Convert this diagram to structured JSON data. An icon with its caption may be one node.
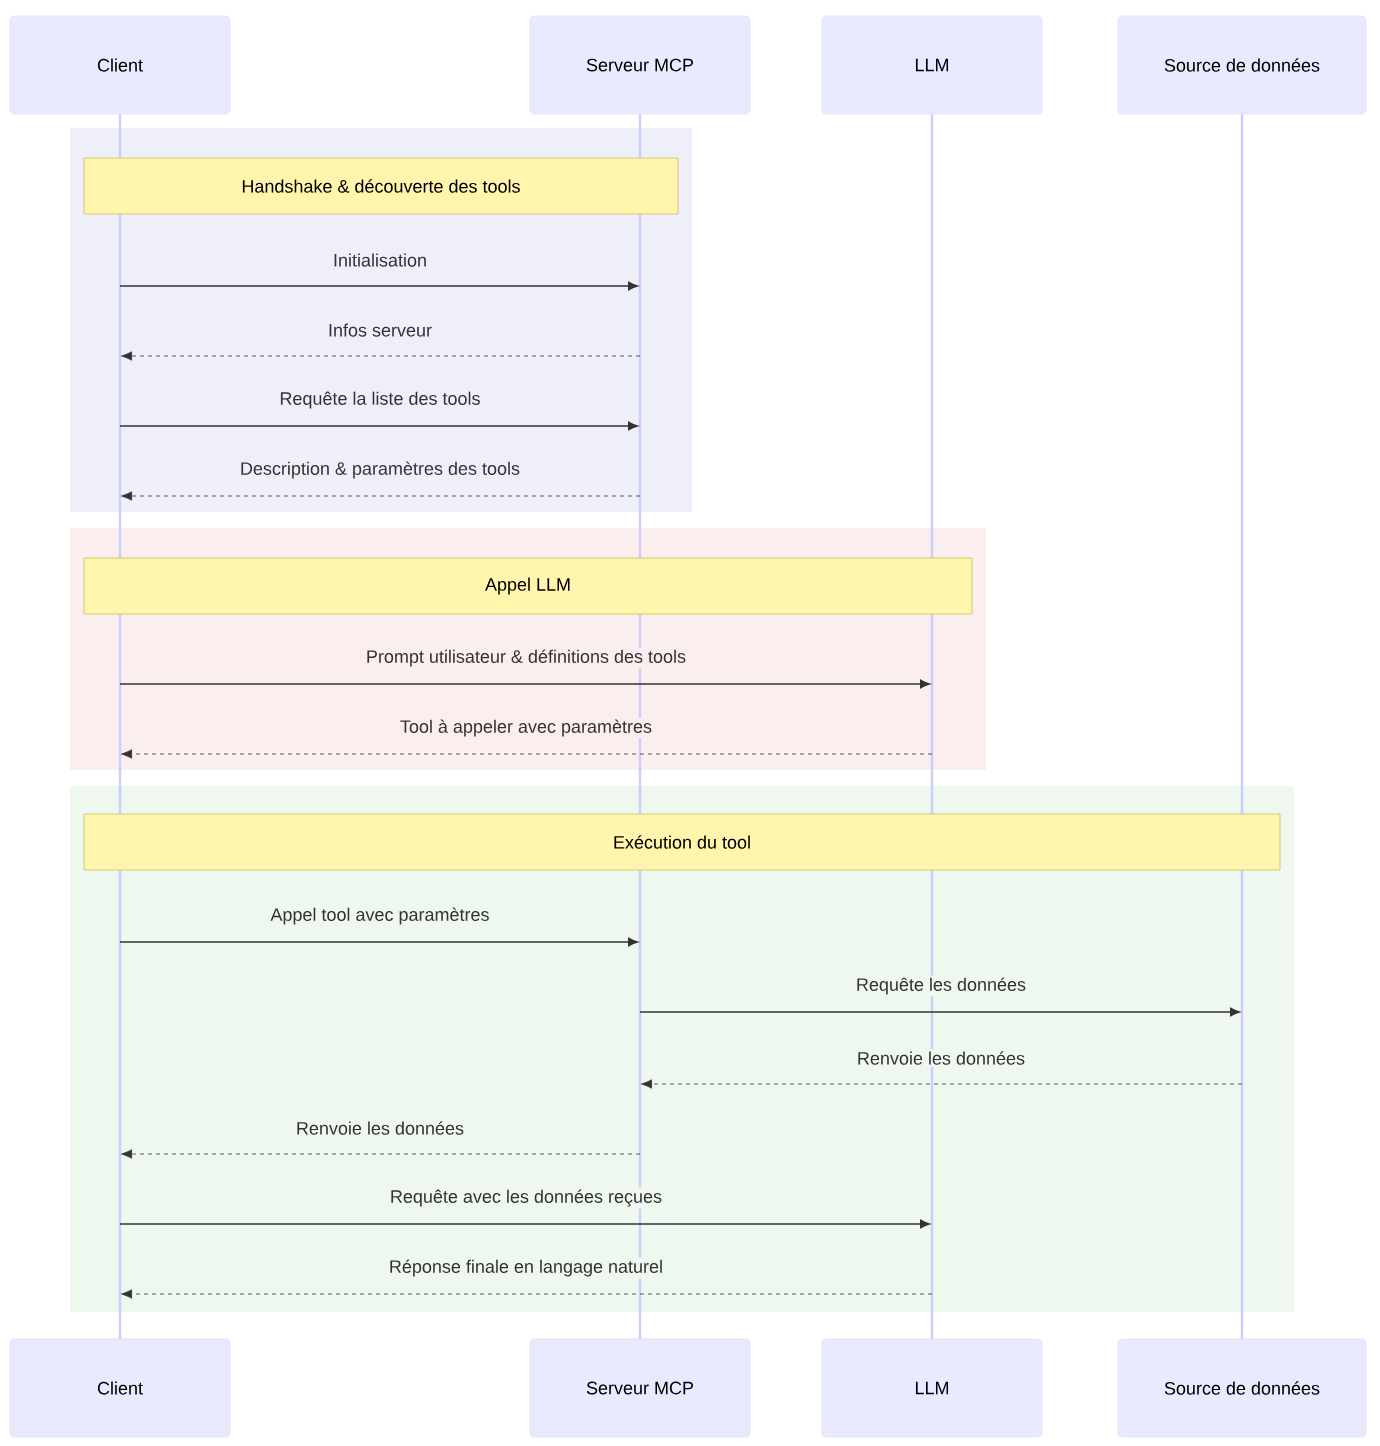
{
  "diagram": {
    "nodes": [
      {
        "text": [
          "Client"
        ]
      },
      {
        "text": [
          "Serveur MCP"
        ]
      },
      {
        "text": [
          "LLM"
        ]
      },
      {
        "text": [
          "Source de données"
        ]
      },
      {
        "text": [],
        "shape": "bar"
      },
      {
        "text": [],
        "shape": "bar"
      },
      {
        "text": [],
        "shape": "bar"
      },
      {
        "text": [],
        "shape": "bar"
      },
      {
        "text": [],
        "shape": "box"
      },
      {
        "text": [
          "Handshake & découverte des tools"
        ],
        "in": 8
      },
      {
        "text": [],
        "shape": "box"
      },
      {
        "text": [
          "Appel LLM"
        ],
        "in": 10
      },
      {
        "text": [],
        "shape": "box"
      },
      {
        "text": [
          "Exécution du tool"
        ],
        "in": 12
      },
      {
        "text": [
          "Client"
        ]
      },
      {
        "text": [
          "Serveur MCP"
        ]
      },
      {
        "text": [
          "LLM"
        ]
      },
      {
        "text": [
          "Source de données"
        ]
      }
    ],
    "edges": [
      {
        "from": 4,
        "to": 5,
        "arrow": "to",
        "label": "Initialisation"
      },
      {
        "from": 5,
        "to": 4,
        "arrow": "to",
        "label": "Infos serveur",
        "style": "dashed"
      },
      {
        "from": 4,
        "to": 5,
        "arrow": "to",
        "label": "Requête la liste des tools"
      },
      {
        "from": 5,
        "to": 4,
        "arrow": "to",
        "label": "Description & paramètres des tools",
        "style": "dashed"
      },
      {
        "from": 4,
        "to": 6,
        "arrow": "to",
        "label": "Prompt utilisateur & définitions des tools"
      },
      {
        "from": 6,
        "to": 4,
        "arrow": "to",
        "label": "Tool à appeler avec paramètres",
        "style": "dashed"
      },
      {
        "from": 4,
        "to": 5,
        "arrow": "to",
        "label": "Appel tool avec paramètres"
      },
      {
        "from": 5,
        "to": 7,
        "arrow": "to",
        "label": "Requête les données"
      },
      {
        "from": 7,
        "to": 5,
        "arrow": "to",
        "label": "Renvoie les données",
        "style": "dashed"
      },
      {
        "from": 5,
        "to": 4,
        "arrow": "to",
        "label": "Renvoie les données",
        "style": "dashed"
      },
      {
        "from": 4,
        "to": 6,
        "arrow": "to",
        "label": "Requête avec les données reçues"
      },
      {
        "from": 6,
        "to": 4,
        "arrow": "to",
        "label": "Réponse finale en langage naturel",
        "style": "dashed"
      }
    ]
  }
}
